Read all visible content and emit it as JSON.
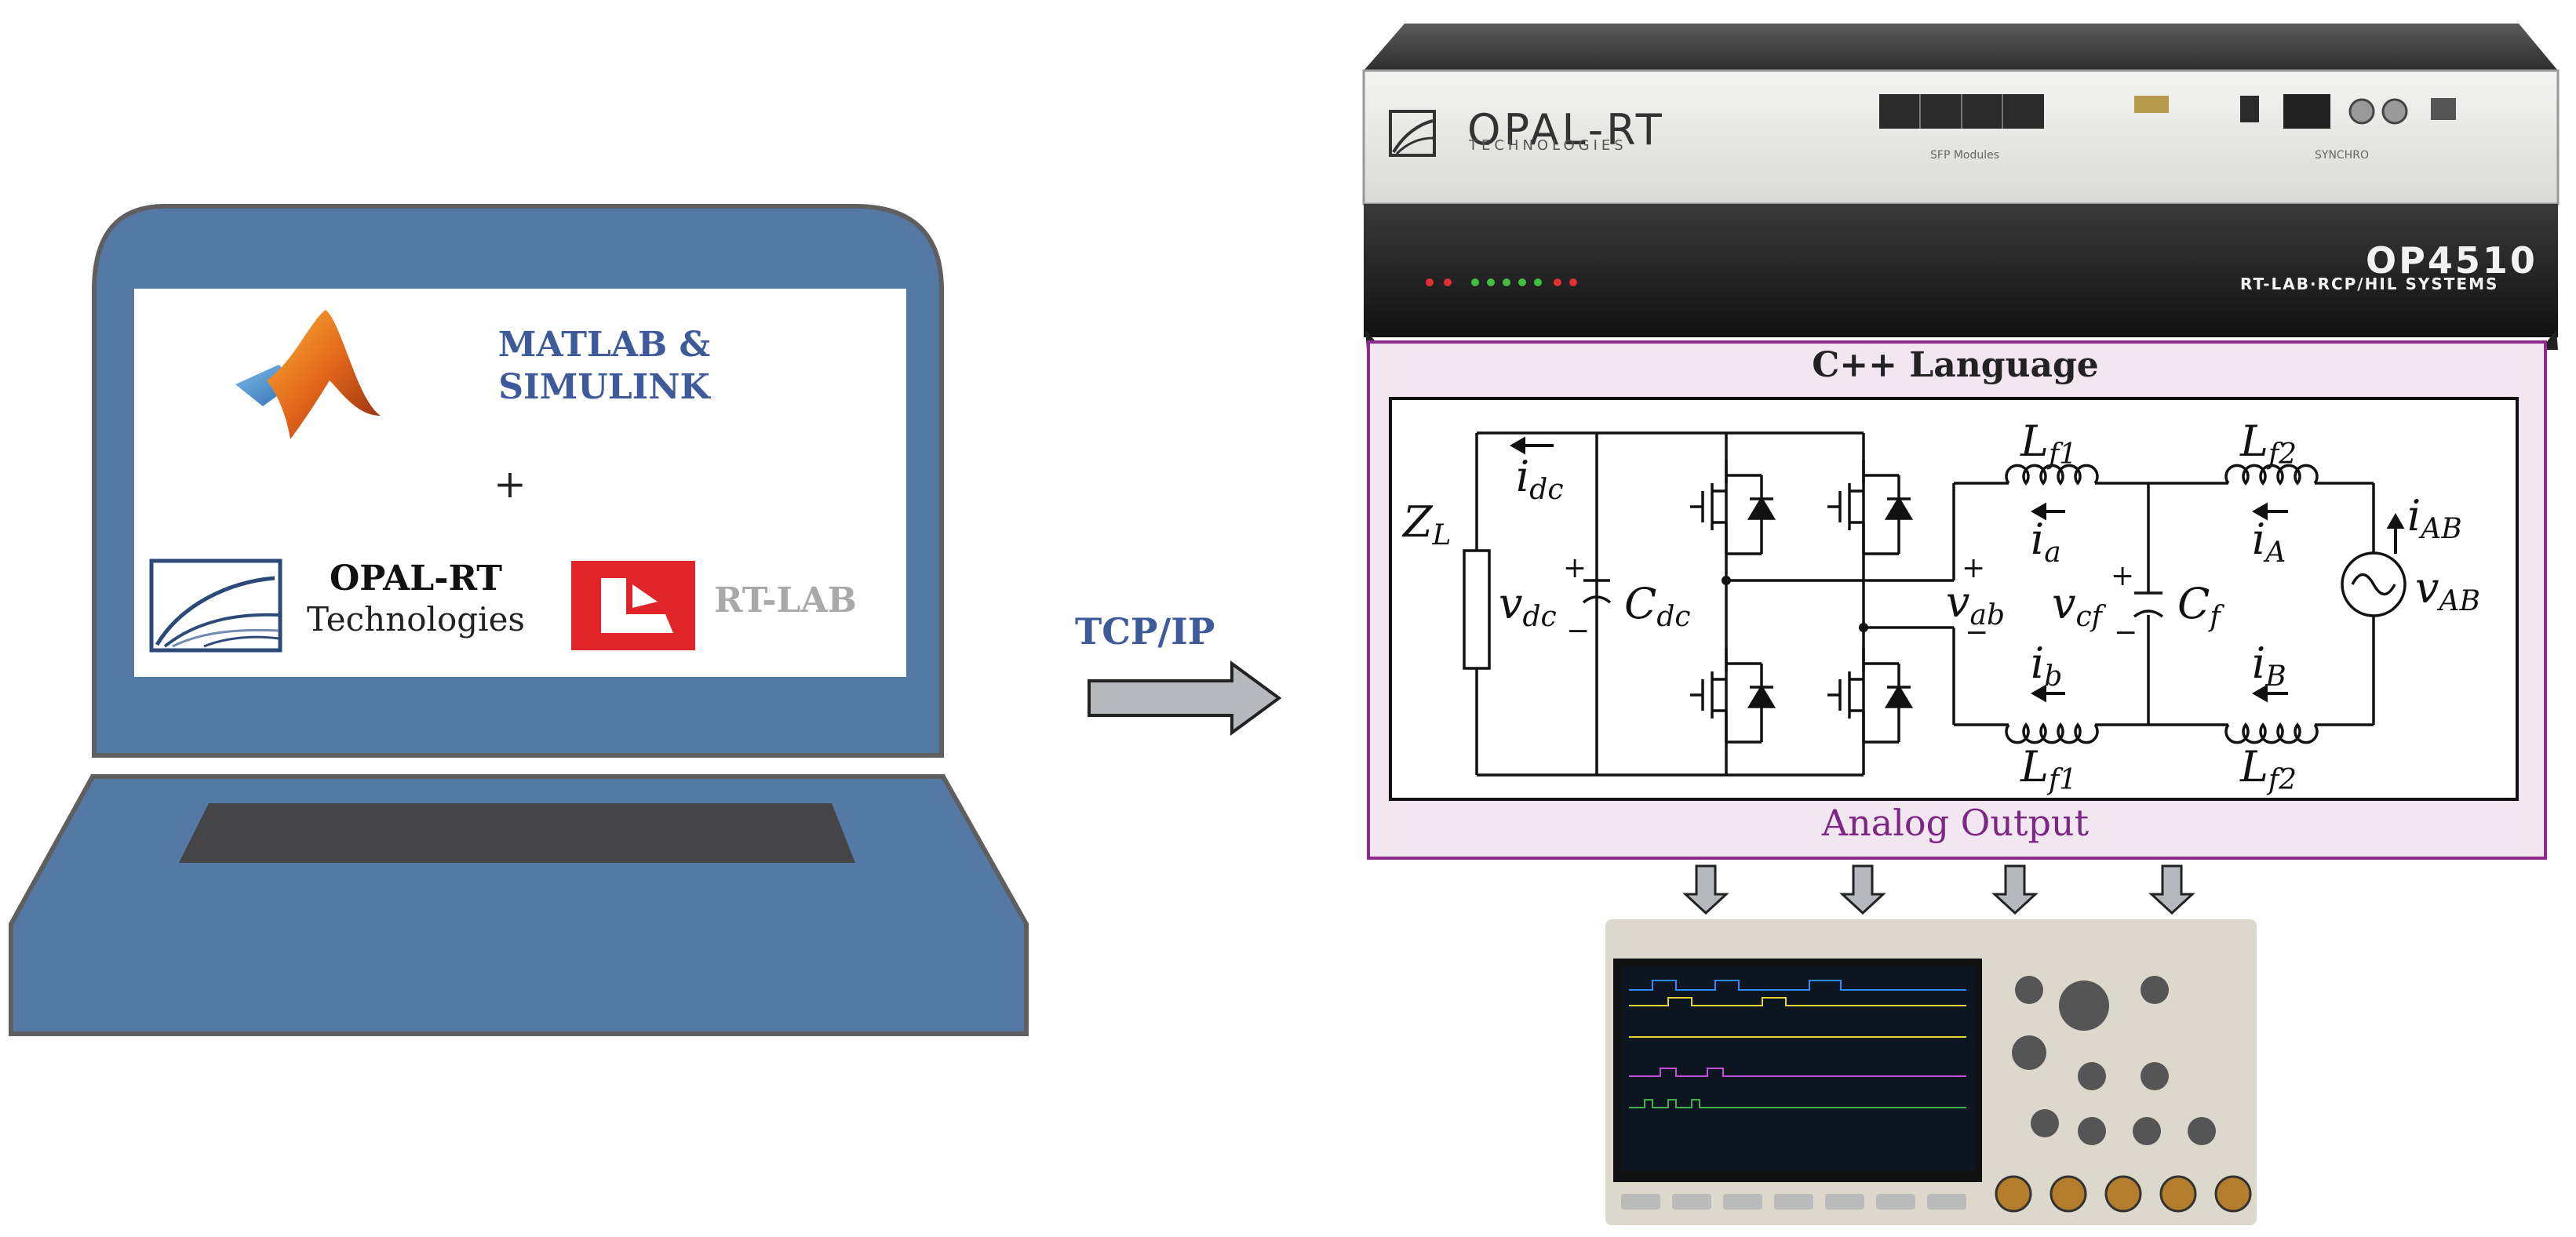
{
  "laptop": {
    "matlab_line1": "MATLAB &",
    "matlab_line2": "SIMULINK",
    "plus": "+",
    "opal_name": "OPAL-RT",
    "opal_sub": "Technologies",
    "rtlab": "RT-LAB"
  },
  "link": {
    "protocol": "TCP/IP"
  },
  "simulator": {
    "brand": "OPAL-RT",
    "brand_sub": "TECHNOLOGIES",
    "model": "OP4510",
    "model_sub": "RT-LAB·RCP/HIL SYSTEMS",
    "sfp_label": "SFP Modules",
    "synchro_label": "SYNCHRO"
  },
  "panel": {
    "title": "C++ Language",
    "footer": "Analog Output"
  },
  "circuit": {
    "z_l": "Z",
    "z_l_sub": "L",
    "i_dc": "i",
    "i_dc_sub": "dc",
    "v_dc": "v",
    "v_dc_sub": "dc",
    "c_dc": "C",
    "c_dc_sub": "dc",
    "l_f1_top": "L",
    "l_f1_top_sub": "f1",
    "l_f2_top": "L",
    "l_f2_top_sub": "f2",
    "l_f1_bot": "L",
    "l_f1_bot_sub": "f1",
    "l_f2_bot": "L",
    "l_f2_bot_sub": "f2",
    "i_a": "i",
    "i_a_sub": "a",
    "i_A": "i",
    "i_A_sub": "A",
    "i_b": "i",
    "i_b_sub": "b",
    "i_B": "i",
    "i_B_sub": "B",
    "v_ab": "v",
    "v_ab_sub": "ab",
    "v_cf": "v",
    "v_cf_sub": "cf",
    "c_f": "C",
    "c_f_sub": "f",
    "i_AB": "i",
    "i_AB_sub": "AB",
    "v_AB": "v",
    "v_AB_sub": "AB",
    "plus": "+",
    "minus": "−"
  },
  "colors": {
    "laptop_blue": "#5479a5",
    "laptop_dark": "#454548",
    "title_blue": "#3f5a9b",
    "panel_fill": "#f2e6f1",
    "panel_border": "#8e2a8a",
    "footer_purple": "#7b2783",
    "arrow_gray": "#b5b8bd"
  },
  "icons": {
    "matlab": "matlab-membrane-logo",
    "opal": "opal-rt-logo",
    "rtlab": "rt-lab-logo",
    "sfp": "sfp-module-slots",
    "scope": "oscilloscope"
  }
}
